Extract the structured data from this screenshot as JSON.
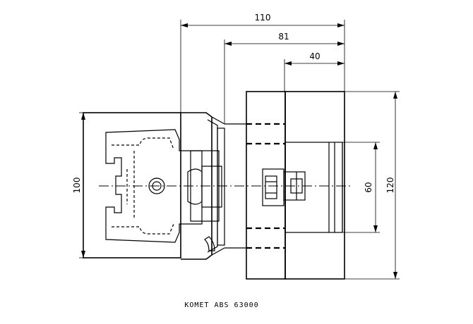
{
  "drawing": {
    "dimensions": {
      "total_length": "110",
      "head_length": "81",
      "pocket_depth": "40",
      "body_diameter": "100",
      "head_diameter": "120",
      "pocket_diameter": "60"
    },
    "caption": "KOMET ABS 63000"
  }
}
